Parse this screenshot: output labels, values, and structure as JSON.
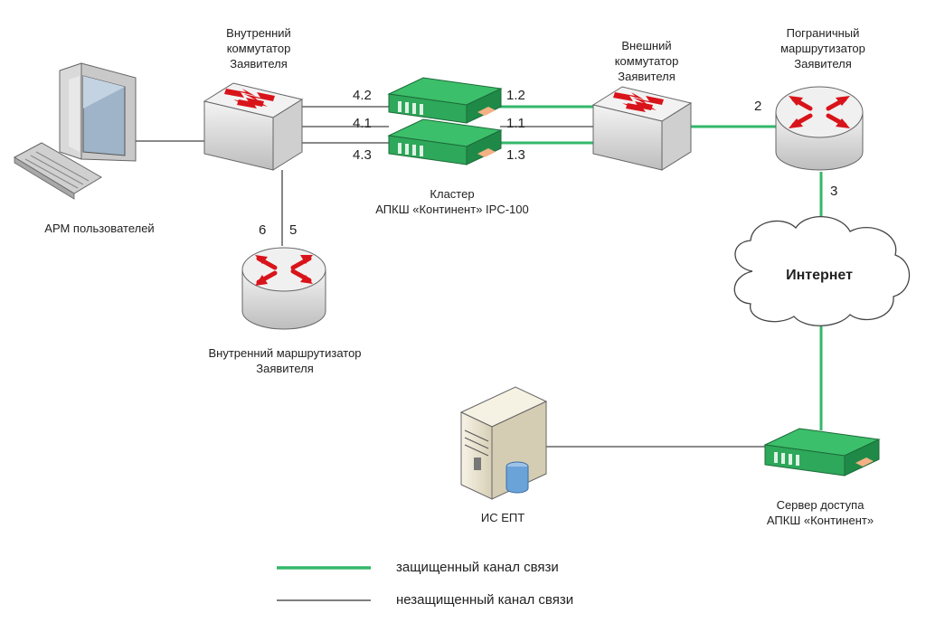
{
  "nodes": {
    "internal_switch": "Внутренний\nкоммутатор\nЗаявителя",
    "workstation": "АРМ пользователей",
    "internal_router": "Внутренний маршрутизатор\nЗаявителя",
    "cluster": "Кластер\nАПКШ «Континент» IPC-100",
    "external_switch": "Внешний\nкоммутатор\nЗаявителя",
    "border_router": "Пограничный\nмаршрутизатор\nЗаявителя",
    "internet": "Интернет",
    "access_server": "Сервер доступа\nАПКШ «Континент»",
    "is_ept": "ИС ЕПТ"
  },
  "ports": {
    "p42": "4.2",
    "p41": "4.1",
    "p43": "4.3",
    "p12": "1.2",
    "p11": "1.1",
    "p13": "1.3",
    "p2": "2",
    "p3": "3",
    "p6": "6",
    "p5": "5"
  },
  "legend": {
    "secure": "защищенный канал связи",
    "insecure": "незащищенный канал связи"
  },
  "colors": {
    "secure_line": "#33b86a",
    "insecure_line": "#444444",
    "device_green": "#2ea85a",
    "arrow_red": "#d8141a",
    "device_gray": "#e3e3e3"
  }
}
